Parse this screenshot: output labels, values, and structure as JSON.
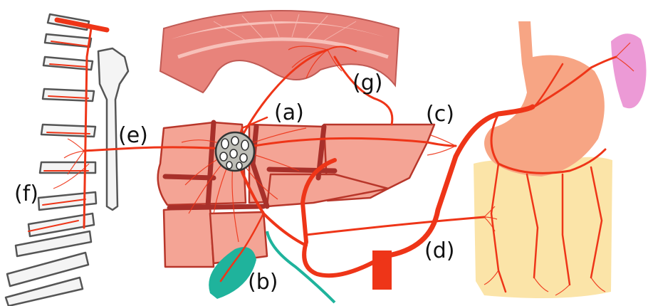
{
  "labels": {
    "a": "(a)",
    "b": "(b)",
    "c": "(c)",
    "d": "(d)",
    "e": "(e)",
    "f": "(f)",
    "g": "(g)"
  },
  "colors": {
    "artery": "#ee3518",
    "artery_dark": "#c52a14",
    "liver": "#f4a495",
    "liver_outline": "#b8362a",
    "liver_groove": "#a8302a",
    "diaphragm": "#e8837b",
    "diaphragm_light": "#f7c0b9",
    "stomach": "#f7a584",
    "intestine": "#fbe4a8",
    "spleen": "#ec9ad6",
    "gallbladder": "#1fb39c",
    "ribs_fill": "#f4f4f4",
    "ribs_outline": "#555555",
    "node_fill": "#bdbdb6"
  }
}
